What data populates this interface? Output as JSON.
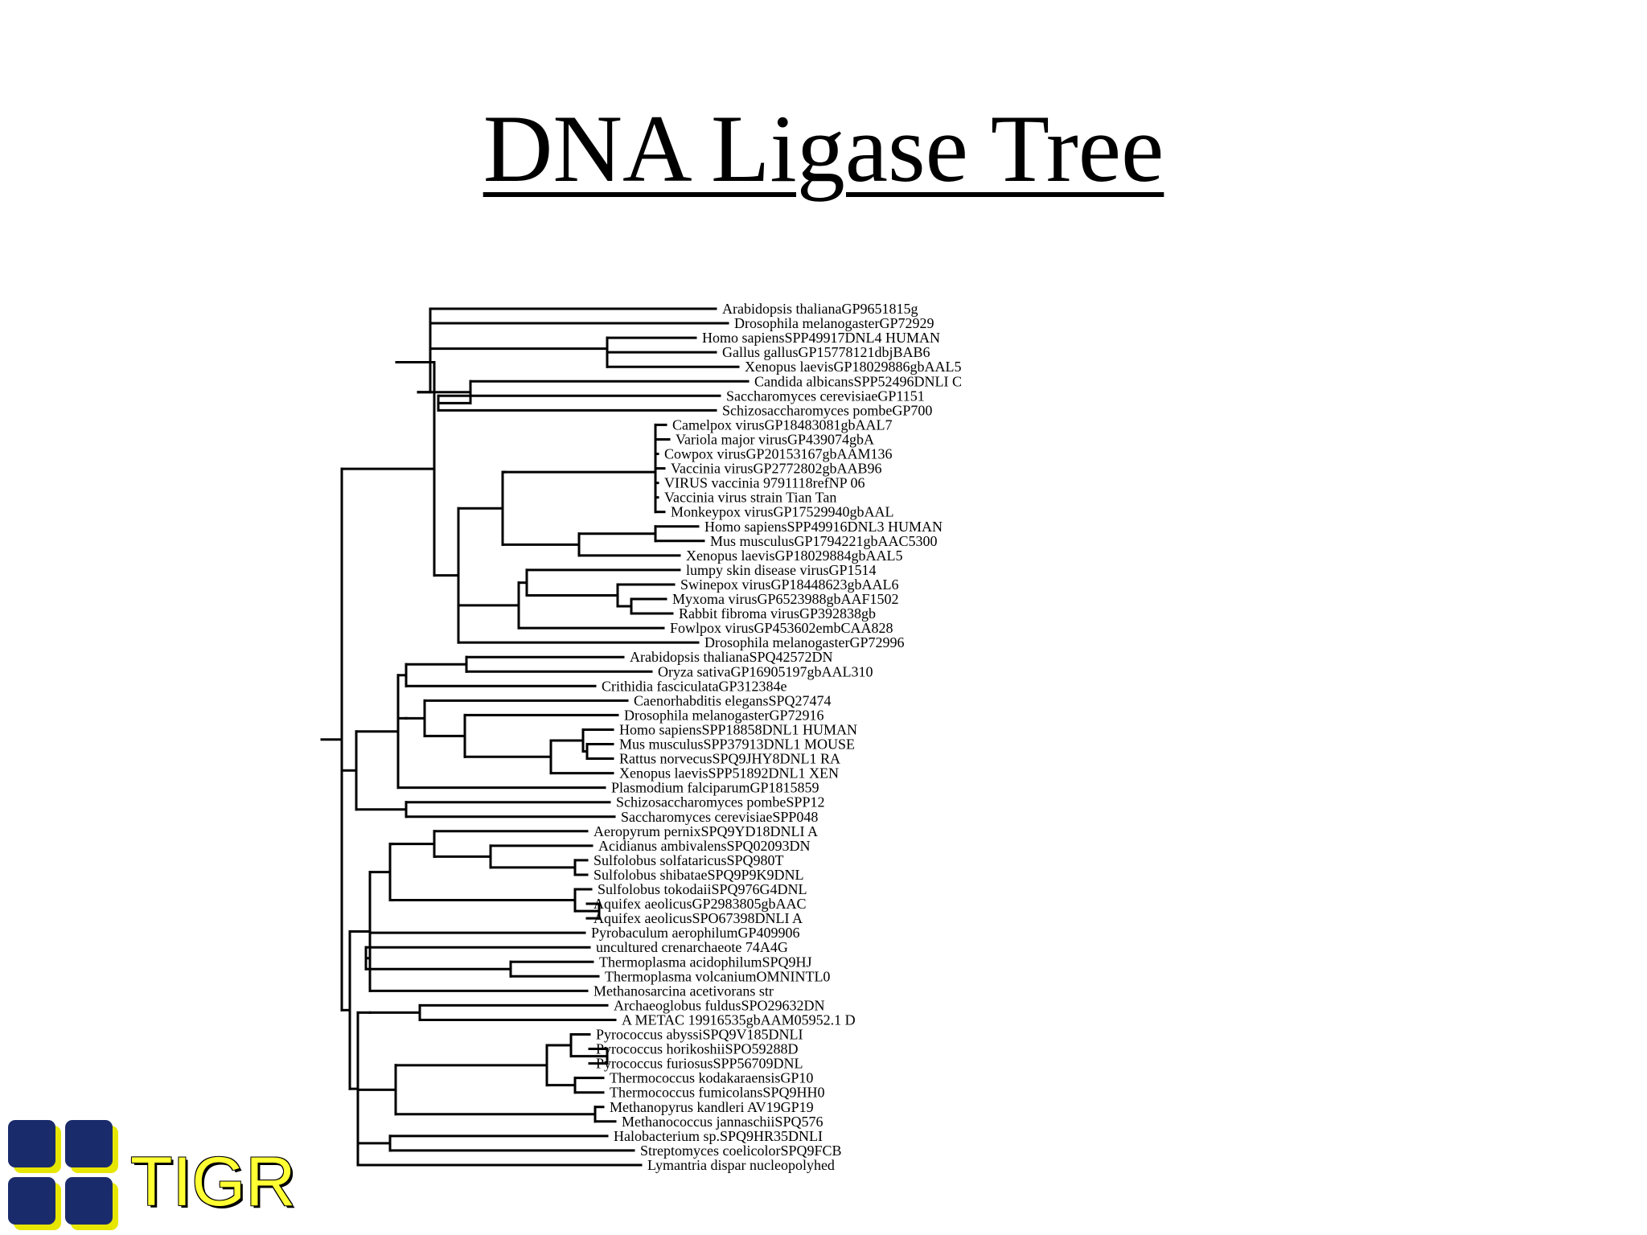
{
  "title": "DNA Ligase Tree",
  "logo": {
    "text": "TIGR",
    "colors": {
      "squares": "#1a2b6b",
      "shadow": "#e6e600",
      "text": "#ffff33"
    }
  },
  "tree": {
    "leaves": [
      "Arabidopsis thalianaGP9651815g",
      "Drosophila melanogasterGP72929",
      "Homo sapiensSPP49917DNL4 HUMAN",
      "Gallus gallusGP15778121dbjBAB6",
      "Xenopus laevisGP18029886gbAAL5",
      "Candida albicansSPP52496DNLI C",
      "Saccharomyces cerevisiaeGP1151",
      "Schizosaccharomyces pombeGP700",
      "Camelpox virusGP18483081gbAAL7",
      "Variola major virusGP439074gbA",
      "Cowpox virusGP20153167gbAAM136",
      "Vaccinia virusGP2772802gbAAB96",
      "VIRUS vaccinia 9791118refNP 06",
      "Vaccinia virus strain Tian Tan",
      "Monkeypox virusGP17529940gbAAL",
      "Homo sapiensSPP49916DNL3 HUMAN",
      "Mus musculusGP1794221gbAAC5300",
      "Xenopus laevisGP18029884gbAAL5",
      "lumpy skin disease virusGP1514",
      "Swinepox virusGP18448623gbAAL6",
      "Myxoma virusGP6523988gbAAF1502",
      "Rabbit fibroma virusGP392838gb",
      "Fowlpox virusGP453602embCAA828",
      "Drosophila melanogasterGP72996",
      "Arabidopsis thalianaSPQ42572DN",
      "Oryza sativaGP16905197gbAAL310",
      "Crithidia fasciculataGP312384e",
      "Caenorhabditis elegansSPQ27474",
      "Drosophila melanogasterGP72916",
      "Homo sapiensSPP18858DNL1 HUMAN",
      "Mus musculusSPP37913DNL1 MOUSE",
      "Rattus norvecusSPQ9JHY8DNL1 RA",
      "Xenopus laevisSPP51892DNL1 XEN",
      "Plasmodium falciparumGP1815859",
      "Schizosaccharomyces pombeSPP12",
      "Saccharomyces cerevisiaeSPP048",
      "Aeropyrum pernixSPQ9YD18DNLI A",
      "Acidianus ambivalensSPQ02093DN",
      "Sulfolobus solfataricusSPQ980T",
      "Sulfolobus shibataeSPQ9P9K9DNL",
      "Sulfolobus tokodaiiSPQ976G4DNL",
      "Aquifex aeolicusGP2983805gbAAC",
      "Aquifex aeolicusSPO67398DNLI A",
      "Pyrobaculum aerophilumGP409906",
      "uncultured crenarchaeote 74A4G",
      "Thermoplasma acidophilumSPQ9HJ",
      "Thermoplasma volcaniumOMNINTL0",
      "Methanosarcina acetivorans str",
      "Archaeoglobus fuldusSPO29632DN",
      "A METAC 19916535gbAAM05952.1 D",
      "Pyrococcus abyssiSPQ9V185DNLI",
      "Pyrococcus horikoshiiSPO59288D",
      "Pyrococcus furiosusSPP56709DNL",
      "Thermococcus kodakaraensisGP10",
      "Thermococcus fumicolansSPQ9HH0",
      "Methanopyrus kandleri AV19GP19",
      "Methanococcus jannaschiiSPQ576",
      "Halobacterium sp.SPQ9HR35DNLI",
      "Streptomyces coelicolorSPQ9FCB",
      "Lymantria dispar nucleopolyhed"
    ]
  }
}
